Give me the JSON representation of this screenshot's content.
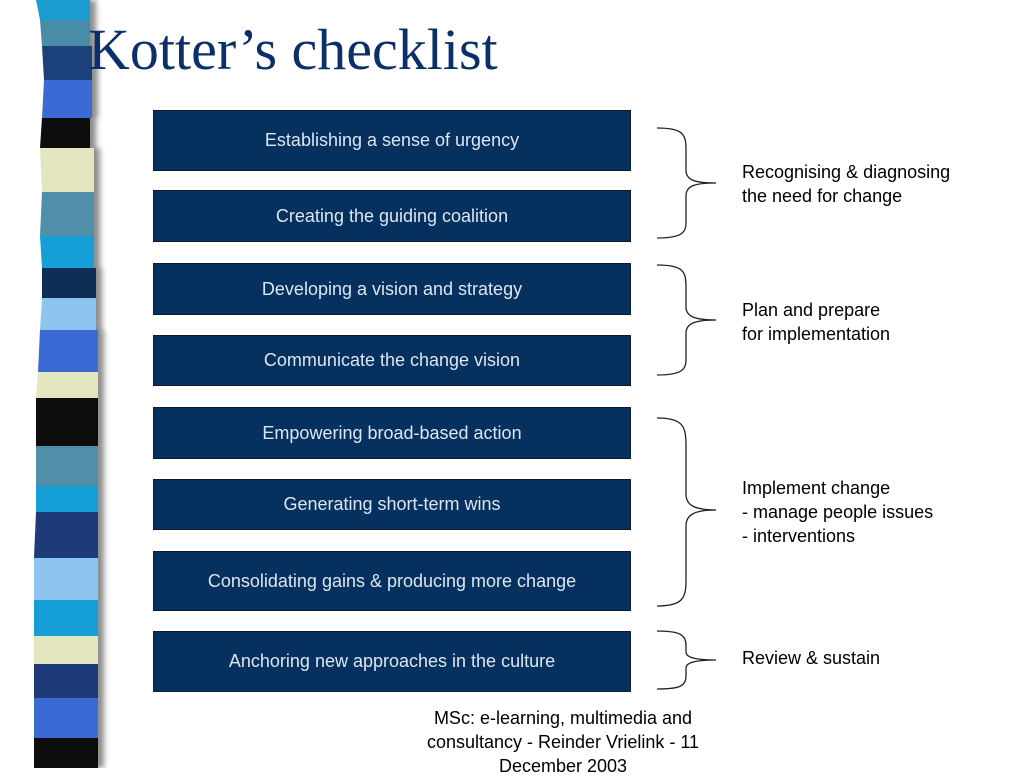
{
  "slide": {
    "title": "Kotter’s checklist",
    "steps": [
      "Establishing a sense of urgency",
      "Creating the guiding coalition",
      "Developing a vision and strategy",
      "Communicate the change vision",
      "Empowering broad-based action",
      "Generating short-term wins",
      "Consolidating gains & producing more change",
      "Anchoring new approaches in the culture"
    ],
    "phases": [
      "Recognising & diagnosing\nthe need for change",
      "Plan and prepare\nfor implementation",
      "Implement change\n- manage people issues\n- interventions",
      "Review & sustain"
    ],
    "footer": "MSc: e-learning, multimedia and consultancy -  Reinder Vrielink - 11 December 2003"
  },
  "colors": {
    "title": "#0a2f6a",
    "step_fill": "#06305e",
    "step_text": "#dce6f2"
  }
}
